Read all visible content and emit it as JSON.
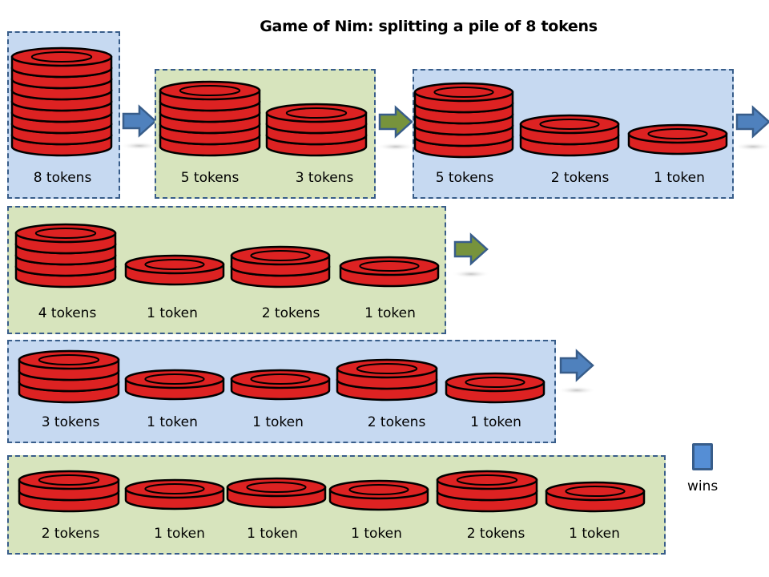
{
  "title": "Game of Nim: splitting a pile of 8 tokens",
  "colors": {
    "token_fill": "#dd2222",
    "token_stroke": "#000000",
    "box_border": "#385d8a",
    "player_blue_bg": "#c6d9f1",
    "player_green_bg": "#d7e4bd",
    "arrow_blue": "#4f81bd",
    "arrow_green": "#77933c",
    "legend_blue": "#558ed5"
  },
  "states": [
    {
      "id": "state-1",
      "player": "blue",
      "piles": [
        {
          "tokens": 8,
          "label": "8 tokens"
        }
      ],
      "arrow_after": "blue"
    },
    {
      "id": "state-2",
      "player": "green",
      "piles": [
        {
          "tokens": 5,
          "label": "5 tokens"
        },
        {
          "tokens": 3,
          "label": "3 tokens"
        }
      ],
      "arrow_after": "green"
    },
    {
      "id": "state-3",
      "player": "blue",
      "piles": [
        {
          "tokens": 5,
          "label": "5 tokens"
        },
        {
          "tokens": 2,
          "label": "2 tokens"
        },
        {
          "tokens": 1,
          "label": "1 token"
        }
      ],
      "arrow_after": "blue"
    },
    {
      "id": "state-4",
      "player": "green",
      "piles": [
        {
          "tokens": 4,
          "label": "4 tokens"
        },
        {
          "tokens": 1,
          "label": "1 token"
        },
        {
          "tokens": 2,
          "label": "2 tokens"
        },
        {
          "tokens": 1,
          "label": "1 token"
        }
      ],
      "arrow_after": "green"
    },
    {
      "id": "state-5",
      "player": "blue",
      "piles": [
        {
          "tokens": 3,
          "label": "3 tokens"
        },
        {
          "tokens": 1,
          "label": "1 token"
        },
        {
          "tokens": 1,
          "label": "1 token"
        },
        {
          "tokens": 2,
          "label": "2 tokens"
        },
        {
          "tokens": 1,
          "label": "1 token"
        }
      ],
      "arrow_after": "blue"
    },
    {
      "id": "state-6",
      "player": "green",
      "piles": [
        {
          "tokens": 2,
          "label": "2 tokens"
        },
        {
          "tokens": 1,
          "label": "1 token"
        },
        {
          "tokens": 1,
          "label": "1 token"
        },
        {
          "tokens": 1,
          "label": "1 token"
        },
        {
          "tokens": 2,
          "label": "2 tokens"
        },
        {
          "tokens": 1,
          "label": "1 token"
        }
      ],
      "arrow_after": null
    }
  ],
  "legend": {
    "swatch_color_name": "blue",
    "label": "wins"
  }
}
